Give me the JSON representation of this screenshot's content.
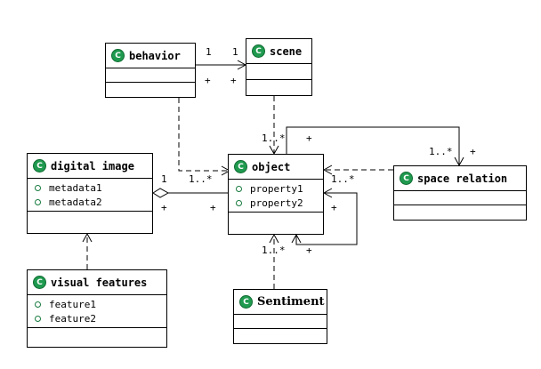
{
  "classes": {
    "behavior": {
      "name": "behavior",
      "icon": "class-icon"
    },
    "scene": {
      "name": "scene",
      "icon": "class-icon"
    },
    "object": {
      "name": "object",
      "icon": "class-icon",
      "attributes": [
        "property1",
        "property2"
      ]
    },
    "digital_image": {
      "name": "digital image",
      "icon": "class-icon",
      "attributes": [
        "metadata1",
        "metadata2"
      ]
    },
    "space_relation": {
      "name": "space relation",
      "icon": "class-icon"
    },
    "visual_features": {
      "name": "visual features",
      "icon": "class-icon",
      "attributes": [
        "feature1",
        "feature2"
      ]
    },
    "sentiment": {
      "name": "Sentiment",
      "icon": "class-icon"
    }
  },
  "class_icon_glyph": "C",
  "colors": {
    "class_icon": "#1f9a4f",
    "line": "#000000",
    "background": "#ffffff"
  },
  "labels": {
    "behavior_scene_1a": "1",
    "behavior_scene_1b": "1",
    "behavior_plus": "+",
    "scene_plus": "+",
    "scene_object_mult": "1..*",
    "object_top_plus": "+",
    "space_mult": "1..*",
    "space_plus": "+",
    "object_left_mult": "1..*",
    "object_right_mult": "1..*",
    "image_one": "1",
    "image_plus": "+",
    "object_left_plus": "+",
    "object_right_plus": "+",
    "self_plus": "+",
    "sentiment_mult": "1..*"
  }
}
